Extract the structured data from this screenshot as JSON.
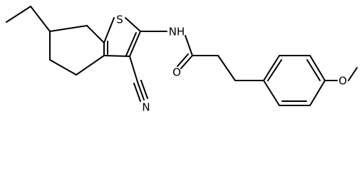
{
  "molecule": {
    "atoms": {
      "S": "S",
      "NH": "NH",
      "N": "N",
      "O_carbonyl": "O",
      "O_methoxy": "O"
    }
  }
}
